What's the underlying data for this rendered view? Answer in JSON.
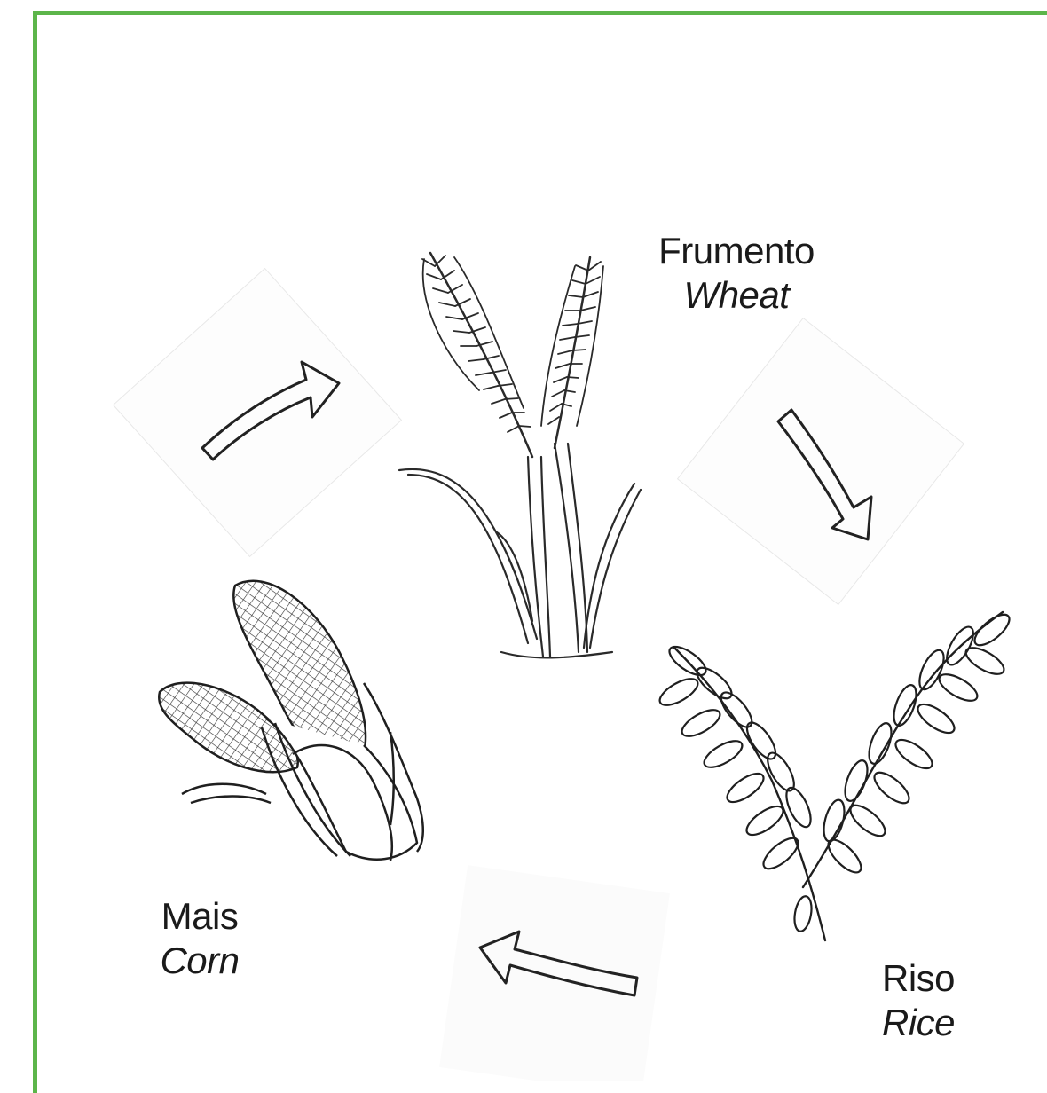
{
  "crops": {
    "wheat": {
      "name_it": "Frumento",
      "name_en": "Wheat",
      "icon": "wheat-illustration"
    },
    "rice": {
      "name_it": "Riso",
      "name_en": "Rice",
      "icon": "rice-illustration"
    },
    "corn": {
      "name_it": "Mais",
      "name_en": "Corn",
      "icon": "corn-illustration"
    }
  },
  "arrows": [
    "arrow-wheat-to-rice",
    "arrow-rice-to-corn",
    "arrow-corn-to-wheat"
  ],
  "colors": {
    "frame": "#5cb54a",
    "ink": "#1a1a1a"
  }
}
